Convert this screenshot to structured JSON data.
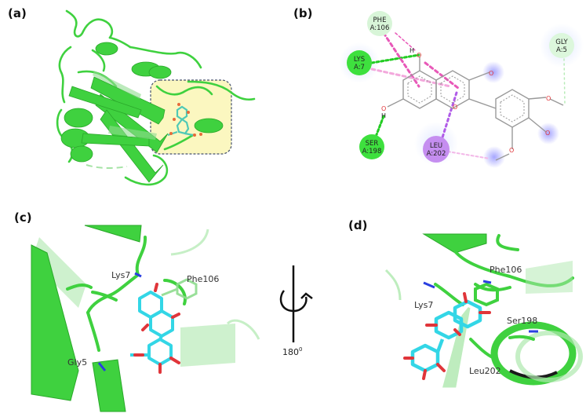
{
  "figure": {
    "panels": [
      {
        "id": "a",
        "label": "(a)",
        "description": "Protein cartoon with ligand in highlighted binding pocket"
      },
      {
        "id": "b",
        "label": "(b)",
        "description": "2D interaction diagram"
      },
      {
        "id": "c",
        "label": "(c)",
        "description": "3D binding pose view"
      },
      {
        "id": "d",
        "label": "(d)",
        "description": "3D binding pose view rotated 180 degrees"
      }
    ]
  },
  "panel_a": {
    "label": "(a)"
  },
  "panel_b": {
    "label": "(b)",
    "residues": [
      {
        "name": "PHE",
        "chain_pos": "A:106",
        "color": "#d8f5d8"
      },
      {
        "name": "LYS",
        "chain_pos": "A:7",
        "color": "#3ee03e"
      },
      {
        "name": "SER",
        "chain_pos": "A:198",
        "color": "#3ee03e"
      },
      {
        "name": "LEU",
        "chain_pos": "A:202",
        "color": "#c58ef0"
      },
      {
        "name": "GLY",
        "chain_pos": "A:5",
        "color": "#dcf7dc"
      }
    ],
    "atoms": {
      "h1": "H",
      "h2": "H",
      "o": "O"
    }
  },
  "panel_c": {
    "label": "(c)",
    "residue_labels": {
      "lys": "Lys7",
      "phe": "Phe106",
      "gly": "Gly5"
    }
  },
  "rotation": {
    "angle_label": "180",
    "superscript": "0"
  },
  "panel_d": {
    "label": "(d)",
    "residue_labels": {
      "phe": "Phe106",
      "lys": "Lys7",
      "ser": "Ser198",
      "leu": "Leu202"
    }
  },
  "colors": {
    "protein": "#3fd13f",
    "protein_dark": "#2aa82a",
    "ligand": "#33d6e6",
    "oxygen": "#e0353a",
    "nitrogen": "#2a3fe0",
    "highlight_box": "#fbf7c0",
    "hbond": "#22cc22",
    "pi": "#e858b8",
    "alkyl": "#b05ce8"
  }
}
